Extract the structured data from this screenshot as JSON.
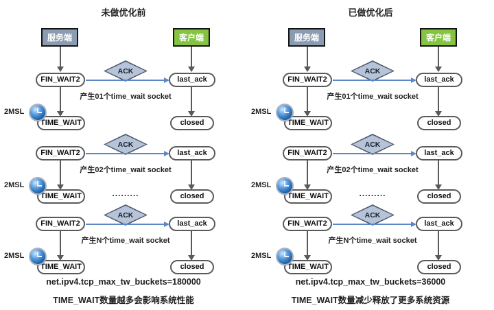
{
  "colors": {
    "server_fill": "#8b9cb2",
    "client_fill": "#84c441",
    "endpoint_border": "#141414",
    "pill_border": "#595959",
    "arrow_gray": "#595959",
    "arrow_blue": "#5b87c5",
    "diamond_fill": "#b6c3d9",
    "diamond_border": "#4f5d6e",
    "clock_blue": "#1e62b0",
    "text": "#1f1f1f"
  },
  "labels": {
    "server": "服务端",
    "client": "客户端",
    "ack": "ACK",
    "fin_wait2": "FIN_WAIT2",
    "last_ack": "last_ack",
    "time_wait": "TIME_WAIT",
    "closed": "closed",
    "msl": "2MSL",
    "dots": "........."
  },
  "panels": [
    {
      "title": "未做优化前",
      "groups": [
        {
          "note": "产生01个time_wait socket"
        },
        {
          "note": "产生02个time_wait socket"
        },
        {
          "note": "产生N个time_wait socket"
        }
      ],
      "sysctl": "net.ipv4.tcp_max_tw_buckets=180000",
      "caption": "TIME_WAIT数量越多会影响系统性能"
    },
    {
      "title": "已做优化后",
      "groups": [
        {
          "note": "产生01个time_wait socket"
        },
        {
          "note": "产生02个time_wait socket"
        },
        {
          "note": "产生N个time_wait socket"
        }
      ],
      "sysctl": "net.ipv4.tcp_max_tw_buckets=36000",
      "caption": "TIME_WAIT数量减少释放了更多系统资源"
    }
  ]
}
